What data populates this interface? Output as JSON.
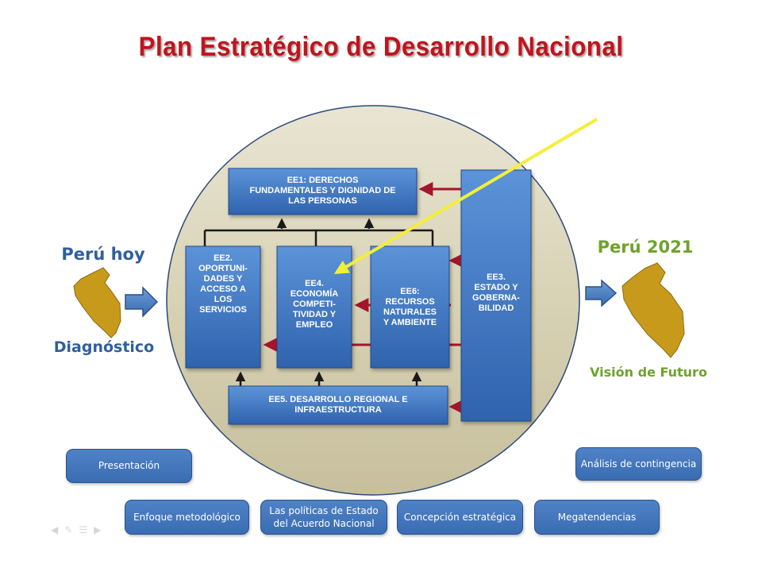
{
  "title": "Plan  Estratégico  de  Desarrollo  Nacional",
  "left": {
    "heading": "Perú hoy",
    "caption": "Diagnóstico"
  },
  "right": {
    "heading": "Perú 2021",
    "caption": "Visión de Futuro"
  },
  "boxes": {
    "ee1": [
      "EE1: DERECHOS",
      "FUNDAMENTALES Y DIGNIDAD DE",
      "LAS PERSONAS"
    ],
    "ee2": [
      "EE2.",
      "OPORTUNI-",
      "DADES Y",
      "ACCESO A",
      "LOS",
      "SERVICIOS"
    ],
    "ee4": [
      "EE4.",
      "ECONOMÍA",
      "COMPETI-",
      "TIVIDAD Y",
      "EMPLEO"
    ],
    "ee6": [
      "EE6:",
      "RECURSOS",
      "NATURALES",
      "Y AMBIENTE"
    ],
    "ee3": [
      "EE3.",
      "ESTADO Y",
      "GOBERNA-",
      "BILIDAD"
    ],
    "ee5": [
      "EE5. DESARROLLO REGIONAL  E",
      "INFRAESTRUCTURA"
    ]
  },
  "nav": {
    "presentacion": "Presentación",
    "analisis": "Análisis de contingencia",
    "enfoque": "Enfoque metodológico",
    "politicas": "Las políticas de Estado\ndel Acuerdo Nacional",
    "concepcion": "Concepción estratégica",
    "megatendencias": "Megatendencias"
  },
  "colors": {
    "title": "#c0141c",
    "box_blue": "#3f78c4",
    "arrow_red": "#a3152c",
    "ellipse_fill": "#d8d2b5",
    "green_label": "#6ea32a",
    "blue_label": "#2f5f9e",
    "map_gold": "#c89a1c",
    "pointer_yellow": "#f2ef3a"
  }
}
